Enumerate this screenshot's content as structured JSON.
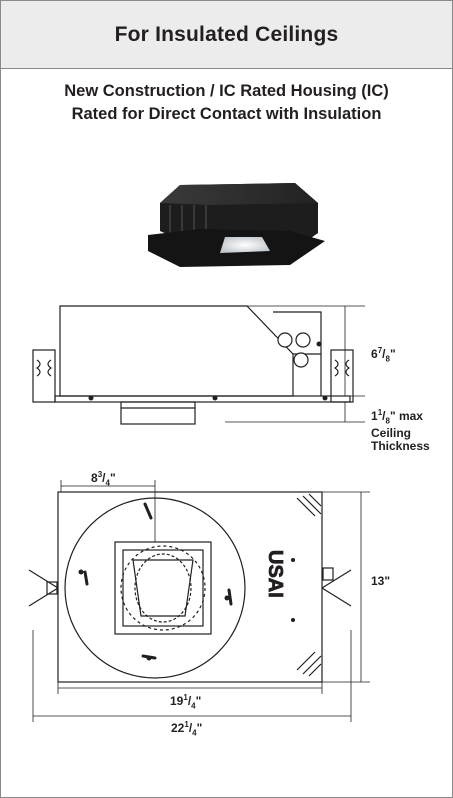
{
  "header": {
    "title": "For Insulated Ceilings"
  },
  "subtitle": {
    "line1": "New Construction / IC Rated Housing (IC)",
    "line2": "Rated for Direct Contact with Insulation"
  },
  "side_view": {
    "height_whole": "6",
    "height_num": "7",
    "height_den": "8",
    "height_suffix": "\"",
    "ceiling_whole": "1",
    "ceiling_num": "1",
    "ceiling_den": "8",
    "ceiling_suffix": "\" max",
    "ceiling_line2": "Ceiling",
    "ceiling_line3": "Thickness"
  },
  "top_view": {
    "aperture_whole": "8",
    "aperture_num": "3",
    "aperture_den": "4",
    "aperture_suffix": "\"",
    "width_label": "13\"",
    "length_whole": "19",
    "length_num": "1",
    "length_den": "4",
    "length_suffix": "\"",
    "overall_whole": "22",
    "overall_num": "1",
    "overall_den": "4",
    "overall_suffix": "\"",
    "brand": "USAI"
  }
}
